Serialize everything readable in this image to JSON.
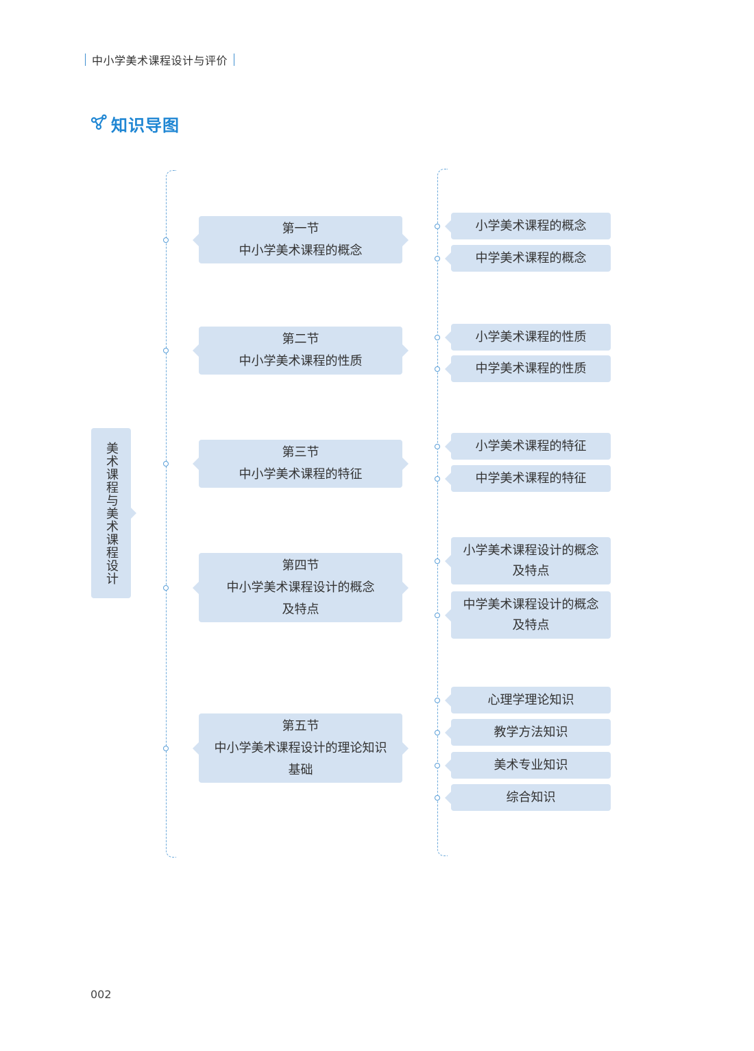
{
  "header": {
    "book_title": "中小学美术课程设计与评价"
  },
  "section_title": {
    "icon": "share-nodes-icon",
    "label": "知识导图"
  },
  "mindmap": {
    "root": "美术课程与美术课程设计",
    "sections": [
      {
        "number": "第一节",
        "title_lines": [
          "中小学美术课程的概念"
        ],
        "items": [
          [
            "小学美术课程的概念"
          ],
          [
            "中学美术课程的概念"
          ]
        ]
      },
      {
        "number": "第二节",
        "title_lines": [
          "中小学美术课程的性质"
        ],
        "items": [
          [
            "小学美术课程的性质"
          ],
          [
            "中学美术课程的性质"
          ]
        ]
      },
      {
        "number": "第三节",
        "title_lines": [
          "中小学美术课程的特征"
        ],
        "items": [
          [
            "小学美术课程的特征"
          ],
          [
            "中学美术课程的特征"
          ]
        ]
      },
      {
        "number": "第四节",
        "title_lines": [
          "中小学美术课程设计的概念",
          "及特点"
        ],
        "items": [
          [
            "小学美术课程设计的概念",
            "及特点"
          ],
          [
            "中学美术课程设计的概念",
            "及特点"
          ]
        ]
      },
      {
        "number": "第五节",
        "title_lines": [
          "中小学美术课程设计的理论知识",
          "基础"
        ],
        "items": [
          [
            "心理学理论知识"
          ],
          [
            "教学方法知识"
          ],
          [
            "美术专业知识"
          ],
          [
            "综合知识"
          ]
        ]
      }
    ]
  },
  "footer": {
    "page_number": "002"
  },
  "colors": {
    "accent": "#1f86d3",
    "box_fill": "#d4e2f2",
    "connector": "#6aa8da"
  }
}
